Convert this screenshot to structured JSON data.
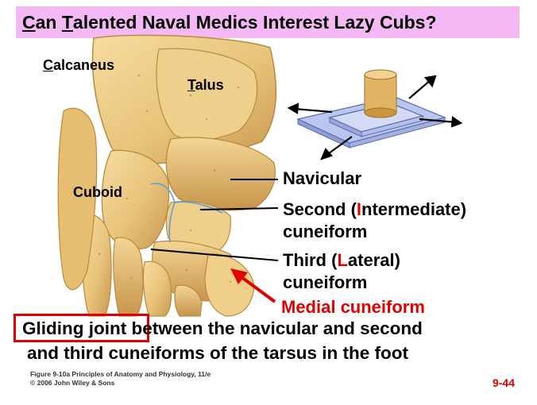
{
  "title": {
    "parts": [
      {
        "initial": "C",
        "rest": "an "
      },
      {
        "initial": "T",
        "rest": "alented Naval Medics Interest Lazy Cubs?"
      }
    ]
  },
  "labels": {
    "calcaneus": {
      "initial": "C",
      "rest": "alcaneus"
    },
    "talus": {
      "initial": "T",
      "rest": "alus"
    },
    "cuboid": "Cuboid",
    "navicular": "Navicular",
    "second": {
      "line1_a": "Second ",
      "paren_open": "(",
      "red_letter": "I",
      "paren_rest": "ntermediate)",
      "line2": "cuneiform"
    },
    "third": {
      "line1_a": "Third ",
      "paren_open": "(",
      "red_letter": "L",
      "paren_rest": "ateral)",
      "line2": "cuneiform"
    },
    "medial": "Medial cuneiform"
  },
  "caption": {
    "highlight": "Gliding joint",
    "line1_rest": " between the navicular and second",
    "line2": "and third cuneiforms of the tarsus in the foot"
  },
  "credit": {
    "line1": "Figure 9-10a  Principles of Anatomy and Physiology, 11/e",
    "line2": "© 2006 John Wiley & Sons"
  },
  "page_number": "9-44",
  "colors": {
    "title_bg": "#f4b8f4",
    "accent_red": "#e00000",
    "bone": "#e8c37a",
    "bone_dark": "#b98a3e",
    "joint_line": "#5aa0d8",
    "plate": "#b9c6ee"
  }
}
